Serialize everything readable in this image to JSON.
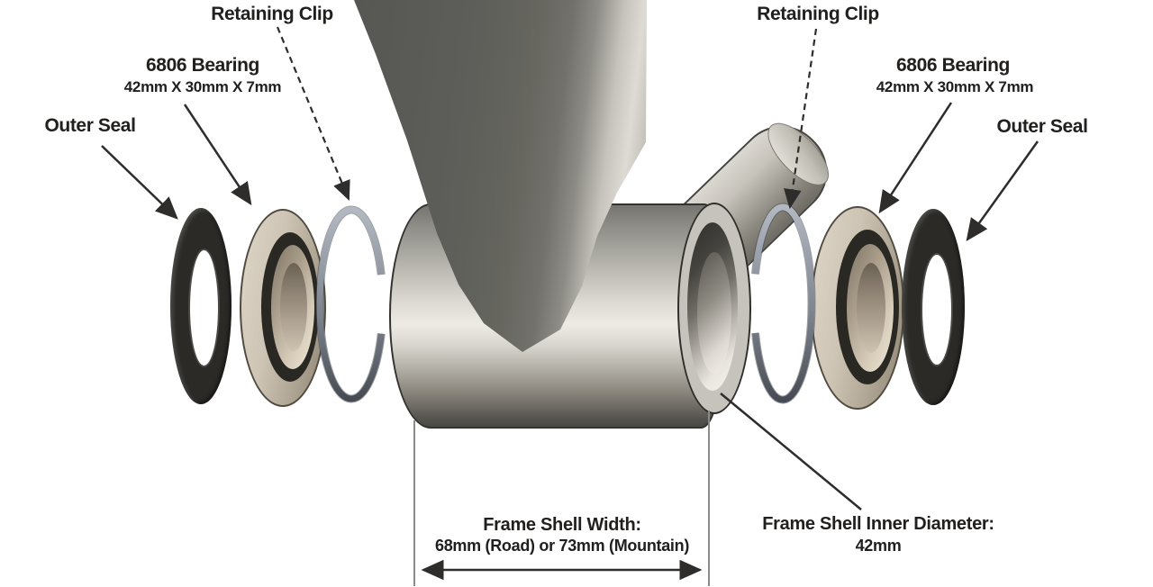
{
  "diagram": {
    "labels": {
      "retaining_clip_left": "Retaining Clip",
      "retaining_clip_right": "Retaining Clip",
      "bearing_left_title": "6806 Bearing",
      "bearing_left_size": "42mm X 30mm X 7mm",
      "bearing_right_title": "6806 Bearing",
      "bearing_right_size": "42mm X 30mm X 7mm",
      "outer_seal_left": "Outer Seal",
      "outer_seal_right": "Outer Seal",
      "frame_shell_width_title": "Frame Shell Width:",
      "frame_shell_width_value": "68mm (Road) or 73mm (Mountain)",
      "frame_shell_inner_diameter_title": "Frame Shell Inner Diameter:",
      "frame_shell_inner_diameter_value": "42mm"
    },
    "colors": {
      "background": "#ffffff",
      "label_text": "#21201e",
      "leader_line": "#2e2d2b",
      "dimension_line": "#8a8a86",
      "seal_black": "#2b2a27",
      "bearing_tan": "#c3b9a9",
      "bearing_race_dark": "#2a2822",
      "retaining_clip_steel": "#7e848e",
      "frame_dark_gray": "#5c5c58",
      "frame_light_gray": "#d8d5ce"
    }
  }
}
